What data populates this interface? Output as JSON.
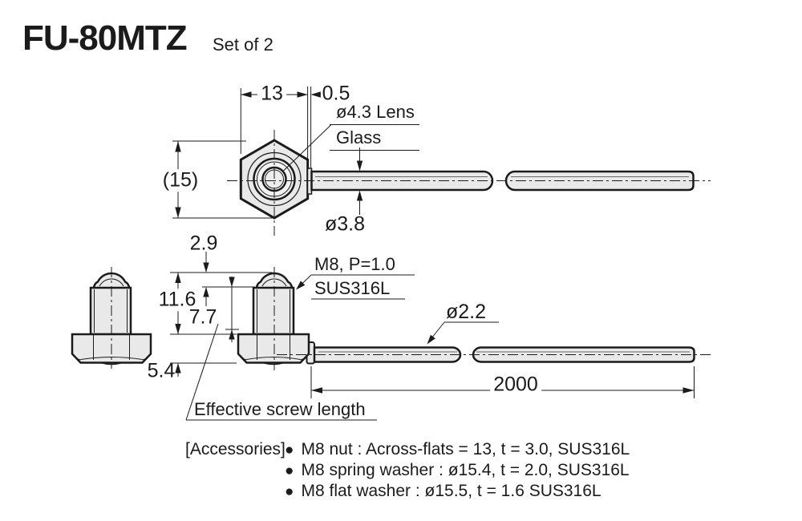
{
  "header": {
    "model": "FU-80MTZ",
    "set_label": "Set of 2"
  },
  "top_view": {
    "dim_across_flats": "13",
    "dim_step": "0.5",
    "label_lens": "ø4.3 Lens",
    "label_glass": "Glass",
    "dim_head_height": "(15)",
    "dim_fiber_dia": "ø3.8"
  },
  "side_view": {
    "dim_tip_height": "2.9",
    "dim_total_height": "11.6",
    "dim_screw_length": "7.7",
    "dim_nut_height": "5.4",
    "label_thread": "M8, P=1.0",
    "label_material": "SUS316L",
    "dim_cable_dia": "ø2.2",
    "dim_cable_length": "2000",
    "label_effective_screw": "Effective screw length"
  },
  "accessories": {
    "heading": "[Accessories]",
    "bullet": "●",
    "items": [
      "M8 nut : Across-flats = 13, t = 3.0, SUS316L",
      "M8 spring washer : ø15.4, t = 2.0, SUS316L",
      "M8 flat washer : ø15.5, t = 1.6 SUS316L"
    ]
  },
  "colors": {
    "line": "#1b1b1b",
    "fill": "#e9e9e9"
  }
}
